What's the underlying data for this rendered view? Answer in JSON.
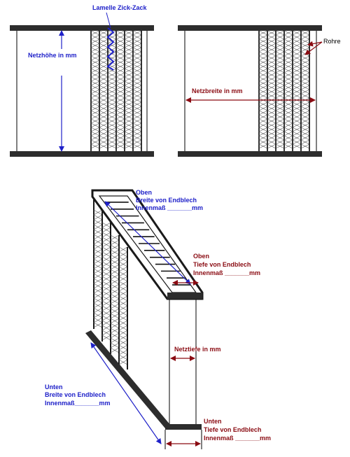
{
  "colors": {
    "blue": "#1f21c9",
    "red": "#8a0b12",
    "frame": "#2d2d2d"
  },
  "fig1": {
    "label_lamelle": "Lamelle Zick-Zack",
    "label_netzhoehe": "Netzhöhe in  mm"
  },
  "fig2": {
    "label_rohre": "Rohre",
    "label_netzbreite": "Netzbreite in  mm"
  },
  "fig3": {
    "top_width": {
      "line1": "Oben",
      "line2": "Breite von Endblech",
      "line3": "Innenmaß _______mm"
    },
    "top_depth": {
      "line1": "Oben",
      "line2": "Tiefe von Endblech",
      "line3": "Innenmaß _______mm"
    },
    "netztiefe": "Netztiefe in mm",
    "bottom_width": {
      "line1": "Unten",
      "line2": "Breite von Endblech",
      "line3": "Innenmaß_______mm"
    },
    "bottom_depth": {
      "line1": "Unten",
      "line2": "Tiefe von Endblech",
      "line3": "Innenmaß _______mm"
    }
  }
}
